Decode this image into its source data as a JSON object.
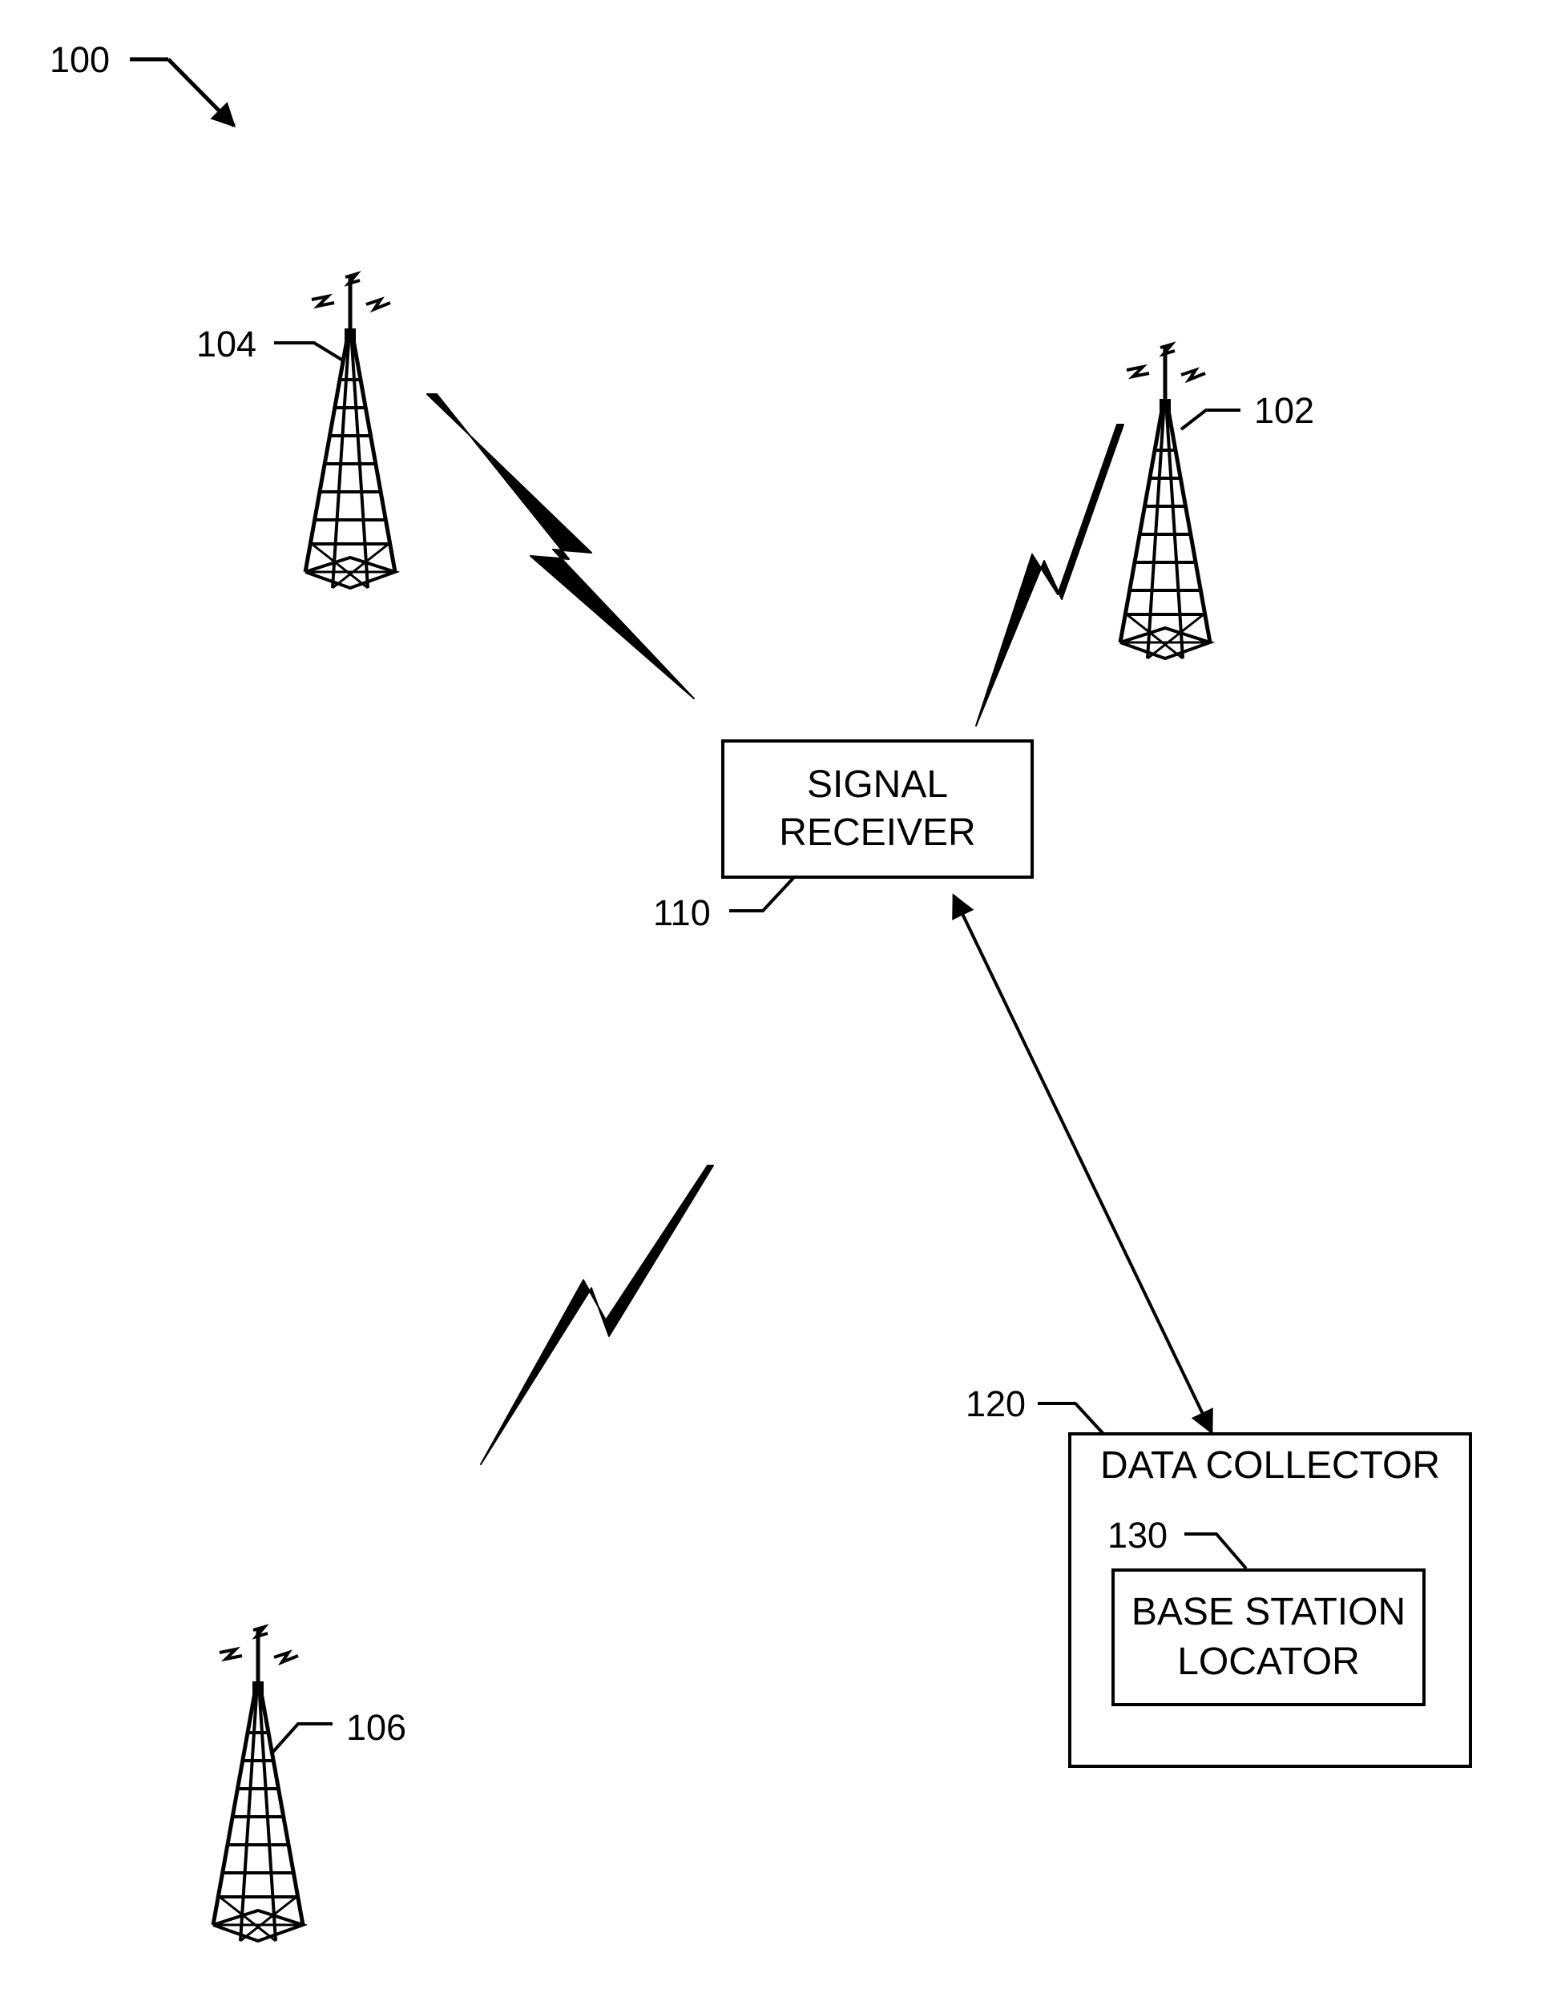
{
  "figure": {
    "ref_figure": "100",
    "towers": [
      {
        "ref": "104"
      },
      {
        "ref": "102"
      },
      {
        "ref": "106"
      }
    ],
    "signal_receiver": {
      "ref": "110",
      "line1": "SIGNAL",
      "line2": "RECEIVER"
    },
    "data_collector": {
      "ref": "120",
      "title": "DATA COLLECTOR"
    },
    "base_station_locator": {
      "ref": "130",
      "line1": "BASE STATION",
      "line2": "LOCATOR"
    }
  },
  "colors": {
    "ink": "#000000",
    "background": "#ffffff"
  }
}
